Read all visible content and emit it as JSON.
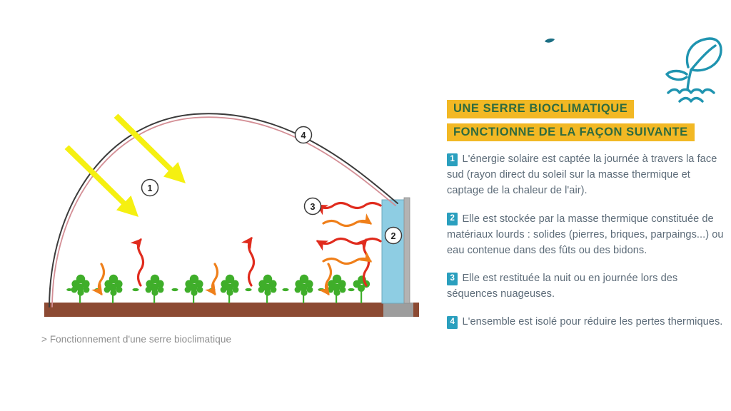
{
  "panel": {
    "title_lines": [
      "UNE SERRE BIOCLIMATIQUE",
      "FONCTIONNE DE LA FAÇON SUIVANTE"
    ],
    "steps": [
      {
        "number": "1",
        "text": "L'énergie solaire est captée la journée à travers la face sud (rayon direct du soleil sur la masse thermique et captage de la chaleur de l'air)."
      },
      {
        "number": "2",
        "text": "Elle est stockée par la masse thermique constituée de matériaux lourds : solides (pierres, briques, parpaings...) ou eau contenue dans des fûts ou des bidons."
      },
      {
        "number": "3",
        "text": "Elle est restituée la nuit ou en journée lors des séquences nuageuses."
      },
      {
        "number": "4",
        "text": "L'ensemble est isolé pour réduire les pertes thermiques."
      }
    ],
    "logo": "sprout-seedling-icon",
    "bird_mark": "bird-mark-icon"
  },
  "illustration": {
    "caption": "> Fonctionnement d'une serre bioclimatique",
    "markers": [
      {
        "id": "1",
        "label": "1"
      },
      {
        "id": "2",
        "label": "2"
      },
      {
        "id": "3",
        "label": "3"
      },
      {
        "id": "4",
        "label": "4"
      }
    ],
    "elements": {
      "dome": "greenhouse-dome",
      "thermal_mass": "thermal-mass-wall",
      "soil": "soil-bed",
      "plants": "plant-row",
      "sun_rays": "yellow-sun-ray-arrows",
      "heat_release": "red-wavy-heat-arrows",
      "heat_absorb": "orange-wavy-heat-arrows"
    }
  },
  "colors": {
    "title_highlight": "#f2b824",
    "title_text": "#2f6b3e",
    "badge": "#2a9fbe",
    "body_text": "#5c6b78",
    "logo": "#1f94b0",
    "sun_ray": "#f5f011",
    "heat_red": "#e02b1d",
    "heat_orange": "#ef7f1a",
    "thermal_mass": "#8ecde3",
    "soil": "#8c4a33",
    "plant": "#3fae2a",
    "caption_text": "#8d8d8d"
  }
}
